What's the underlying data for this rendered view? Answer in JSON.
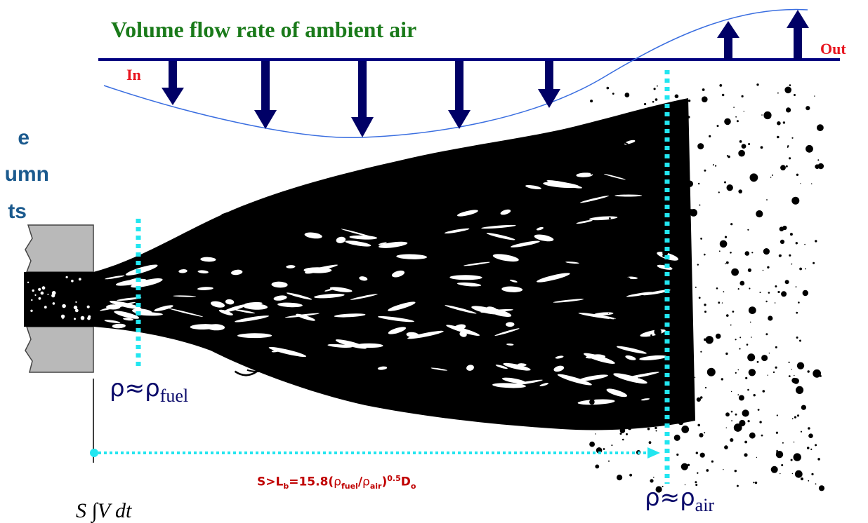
{
  "title": "Volume flow rate of ambient air",
  "label_in": "In",
  "label_out": "Out",
  "side_text_fragments": [
    "e",
    "umn",
    "ts"
  ],
  "rho_fuel": {
    "symbol": "ρ≈ρ",
    "subscript": "fuel"
  },
  "rho_air": {
    "symbol": "ρ≈ρ",
    "subscript": "air"
  },
  "distance_label": {
    "prefix": "S>L",
    "sub_b": "b",
    "mid": "=15.8(",
    "rho1": "ρ",
    "sub_fuel": "fuel",
    "slash": "/",
    "rho2": "ρ",
    "sub_air": "air",
    "close": ")",
    "sup": "0.5",
    "d": "D",
    "sub_o": "o"
  },
  "formula_fragment": "S ∫V dt",
  "colors": {
    "title_green": "#1a7a1a",
    "label_red": "#e8141e",
    "arrow_navy": "#000066",
    "axis_navy": "#000080",
    "profile_blue": "#3a6ee0",
    "dotted_cyan": "#22e6f0",
    "nozzle_gray": "#b9b9b9",
    "side_text_blue": "#1b5a8e"
  }
}
